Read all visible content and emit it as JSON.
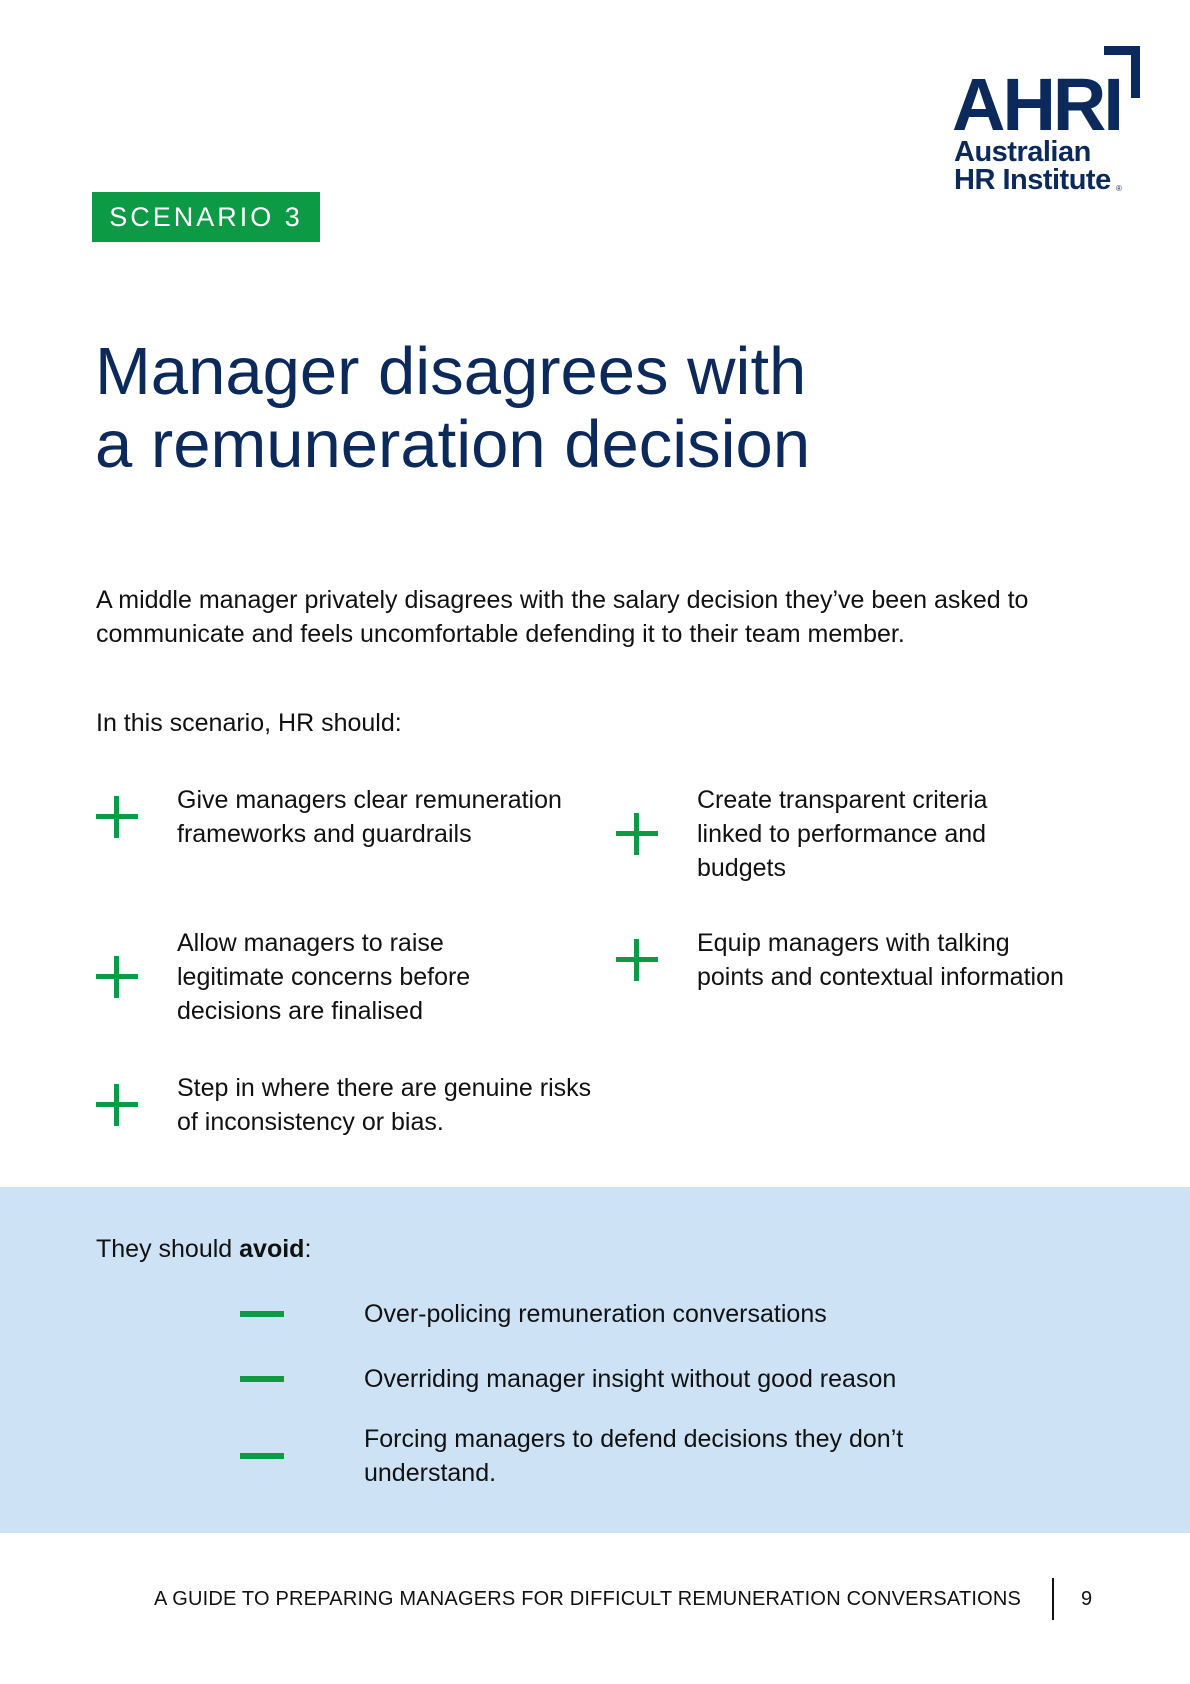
{
  "logo": {
    "mark": "AHRI",
    "line1": "Australian",
    "line2": "HR Institute",
    "reg": "®"
  },
  "badge": "SCENARIO 3",
  "title_line1": "Manager disagrees with",
  "title_line2": "a remuneration decision",
  "intro": "A middle manager privately disagrees with the salary decision they’ve been asked to communicate and feels uncomfortable defending it to their team member.",
  "lead": "In this scenario, HR should:",
  "should": [
    "Give managers clear remuneration frameworks and guardrails",
    "Create transparent criteria linked to performance and budgets",
    "Allow managers to raise legitimate concerns before decisions are finalised",
    "Equip managers with talking points and contextual information",
    "Step in where there are genuine risks of inconsistency or bias."
  ],
  "avoid": {
    "label_pre": "They should ",
    "label_bold": "avoid",
    "label_post": ":",
    "items": [
      "Over-policing remuneration conversations",
      "Overriding manager insight without good reason",
      "Forcing managers to defend decisions they don’t understand."
    ]
  },
  "footer": {
    "text": "A GUIDE TO PREPARING MANAGERS FOR DIFFICULT REMUNERATION CONVERSATIONS",
    "page": "9"
  },
  "colors": {
    "navy": "#0b2a5b",
    "green": "#0d9a44",
    "band": "#cde3f5"
  }
}
